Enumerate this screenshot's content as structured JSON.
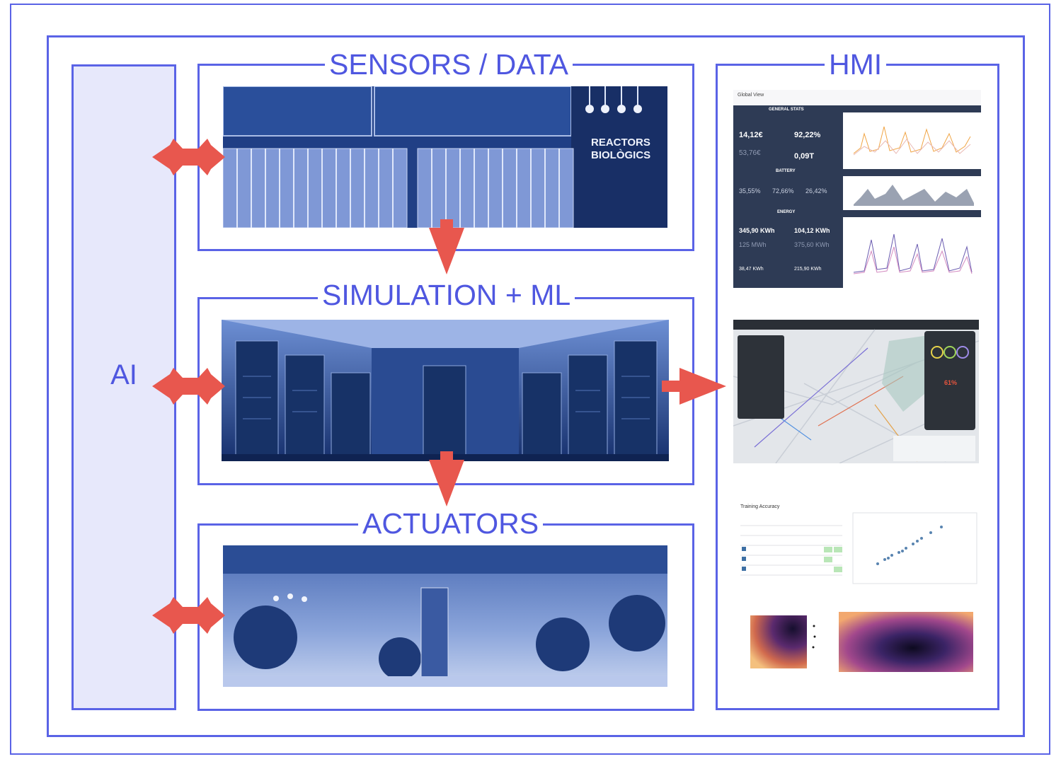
{
  "labels": {
    "ai": "AI",
    "sensors": "SENSORS / DATA",
    "simulation": "SIMULATION + ML",
    "actuators": "ACTUATORS",
    "hmi": "HMI"
  },
  "photo_text": {
    "reactors": "REACTORS",
    "biologics": "BIOLÒGICS"
  },
  "dashboard": {
    "header": "Global View",
    "general_stats": "GENERAL STATS",
    "battery": "BATTERY",
    "energy": "ENERGY",
    "v1": "14,12€",
    "v2": "92,22%",
    "v3": "53,76€",
    "v4": "0,09T",
    "b1": "35,55%",
    "b2": "72,66%",
    "b3": "26,42%",
    "e1": "345,90 KWh",
    "e2": "104,12 KWh",
    "e3": "125 MWh",
    "e4": "375,60 KWh",
    "e5": "38,47 KWh",
    "e6": "215,90 KWh"
  },
  "map_panel": {
    "percent": "61%"
  },
  "ml_panel": {
    "title": "Training Accuracy"
  },
  "colors": {
    "accent": "#5a63e6",
    "arrow": "#e8574e",
    "ai_fill": "#e7e8fb",
    "photo_tint": "#1f3f86"
  }
}
